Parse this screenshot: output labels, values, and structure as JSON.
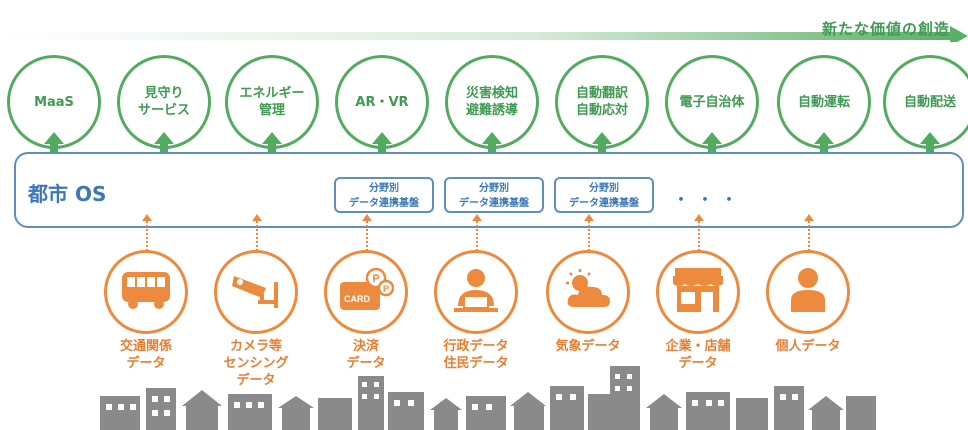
{
  "banner": {
    "text": "新たな価値の創造",
    "color": "#3f9a52"
  },
  "services": [
    {
      "lines": [
        "MaaS"
      ]
    },
    {
      "lines": [
        "見守り",
        "サービス"
      ]
    },
    {
      "lines": [
        "エネルギー",
        "管理"
      ]
    },
    {
      "lines": [
        "AR・VR"
      ]
    },
    {
      "lines": [
        "災害検知",
        "避難誘導"
      ]
    },
    {
      "lines": [
        "自動翻訳",
        "自動応対"
      ]
    },
    {
      "lines": [
        "電子自治体"
      ]
    },
    {
      "lines": [
        "自動運転"
      ]
    },
    {
      "lines": [
        "自動配送"
      ]
    }
  ],
  "city_os": {
    "label": "都市 OS",
    "platforms": [
      {
        "line1": "分野別",
        "line2": "データ連携基盤"
      },
      {
        "line1": "分野別",
        "line2": "データ連携基盤"
      },
      {
        "line1": "分野別",
        "line2": "データ連携基盤"
      }
    ],
    "ellipsis": "・・・"
  },
  "sources": [
    {
      "icon": "bus-icon",
      "lines": [
        "交通関係",
        "データ"
      ]
    },
    {
      "icon": "security-camera-icon",
      "lines": [
        "カメラ等",
        "センシング",
        "データ"
      ]
    },
    {
      "icon": "payment-card-icon",
      "lines": [
        "決済",
        "データ"
      ],
      "card_text": "CARD"
    },
    {
      "icon": "government-worker-icon",
      "lines": [
        "行政データ",
        "住民データ"
      ]
    },
    {
      "icon": "weather-icon",
      "lines": [
        "気象データ"
      ]
    },
    {
      "icon": "storefront-icon",
      "lines": [
        "企業・店舗",
        "データ"
      ]
    },
    {
      "icon": "person-icon",
      "lines": [
        "個人データ"
      ]
    }
  ],
  "colors": {
    "green": "#52ab5e",
    "blue": "#3a78b8",
    "orange": "#ec8a3d",
    "city": "#8a8a8a"
  }
}
